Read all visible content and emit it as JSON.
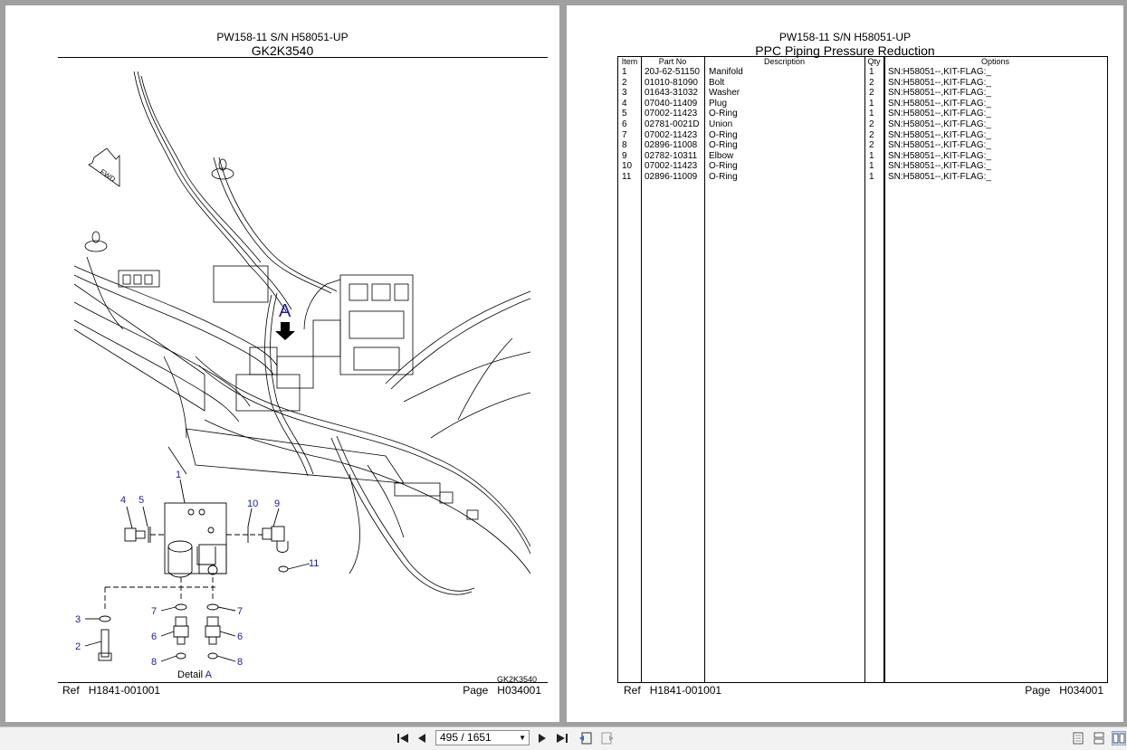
{
  "left_page": {
    "header_line1": "PW158-11 S/N H58051-UP",
    "header_line2": "GK2K3540",
    "drawing": {
      "arrow_label": "A",
      "fwd_label": "FWD",
      "detail_label_prefix": "Detail",
      "detail_label_letter": "A",
      "drawing_id": "GK2K3540",
      "callouts": [
        "1",
        "4",
        "5",
        "10",
        "9",
        "11",
        "3",
        "2",
        "7",
        "6",
        "8",
        "7",
        "6",
        "8"
      ]
    },
    "footer": {
      "ref_label": "Ref",
      "ref_value": "H1841-001001",
      "page_label": "Page",
      "page_value": "H034001"
    }
  },
  "right_page": {
    "header_line1": "PW158-11 S/N H58051-UP",
    "header_line2": "PPC Piping Pressure Reduction",
    "table": {
      "headers": {
        "item": "Item",
        "part_no": "Part No",
        "description": "Description",
        "qty": "Qty",
        "options": "Options"
      },
      "rows": [
        {
          "item": "1",
          "part_no": "20J-62-51150",
          "description": "Manifold",
          "qty": "1",
          "options": "SN:H58051--,KIT-FLAG:_"
        },
        {
          "item": "2",
          "part_no": "01010-81090",
          "description": "Bolt",
          "qty": "2",
          "options": "SN:H58051--,KIT-FLAG:_"
        },
        {
          "item": "3",
          "part_no": "01643-31032",
          "description": "Washer",
          "qty": "2",
          "options": "SN:H58051--,KIT-FLAG:_"
        },
        {
          "item": "4",
          "part_no": "07040-11409",
          "description": "Plug",
          "qty": "1",
          "options": "SN:H58051--,KIT-FLAG:_"
        },
        {
          "item": "5",
          "part_no": "07002-11423",
          "description": "O-Ring",
          "qty": "1",
          "options": "SN:H58051--,KIT-FLAG:_"
        },
        {
          "item": "6",
          "part_no": "02781-0021D",
          "description": "Union",
          "qty": "2",
          "options": "SN:H58051--,KIT-FLAG:_"
        },
        {
          "item": "7",
          "part_no": "07002-11423",
          "description": "O-Ring",
          "qty": "2",
          "options": "SN:H58051--,KIT-FLAG:_"
        },
        {
          "item": "8",
          "part_no": "02896-11008",
          "description": "O-Ring",
          "qty": "2",
          "options": "SN:H58051--,KIT-FLAG:_"
        },
        {
          "item": "9",
          "part_no": "02782-10311",
          "description": "Elbow",
          "qty": "1",
          "options": "SN:H58051--,KIT-FLAG:_"
        },
        {
          "item": "10",
          "part_no": "07002-11423",
          "description": "O-Ring",
          "qty": "1",
          "options": "SN:H58051--,KIT-FLAG:_"
        },
        {
          "item": "11",
          "part_no": "02896-11009",
          "description": "O-Ring",
          "qty": "1",
          "options": "SN:H58051--,KIT-FLAG:_"
        }
      ]
    },
    "footer": {
      "ref_label": "Ref",
      "ref_value": "H1841-001001",
      "page_label": "Page",
      "page_value": "H034001"
    }
  },
  "toolbar": {
    "page_indicator": "495 / 1651",
    "icons": [
      "first-page-icon",
      "previous-page-icon",
      "next-page-icon",
      "last-page-icon",
      "go-back-icon",
      "go-forward-icon",
      "single-page-view-icon",
      "continuous-view-icon",
      "two-page-view-icon"
    ]
  },
  "colors": {
    "background": "#a0a0a0",
    "callout_blue": "#1a1aa0",
    "toolbar": "#f2f2f2"
  }
}
